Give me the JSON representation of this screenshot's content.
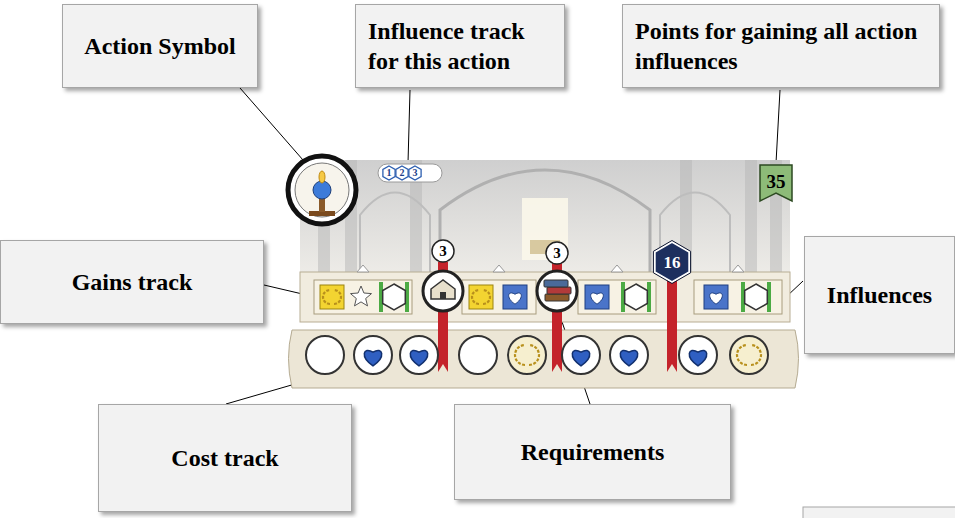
{
  "diagram": {
    "nodes": [
      {
        "text": [
          "Action Symbol"
        ]
      },
      {
        "text": [
          "Influence track for this action"
        ]
      },
      {
        "text": [
          "Points for gaining all action influences"
        ]
      },
      {
        "text": [
          "Gains track"
        ]
      },
      {
        "text": [
          "Influences"
        ]
      },
      {
        "text": [
          "Cost track"
        ]
      },
      {
        "text": [
          "Requirements"
        ]
      }
    ],
    "labels": [
      "1",
      "2",
      "3",
      "35",
      "3",
      "3",
      "16"
    ]
  }
}
